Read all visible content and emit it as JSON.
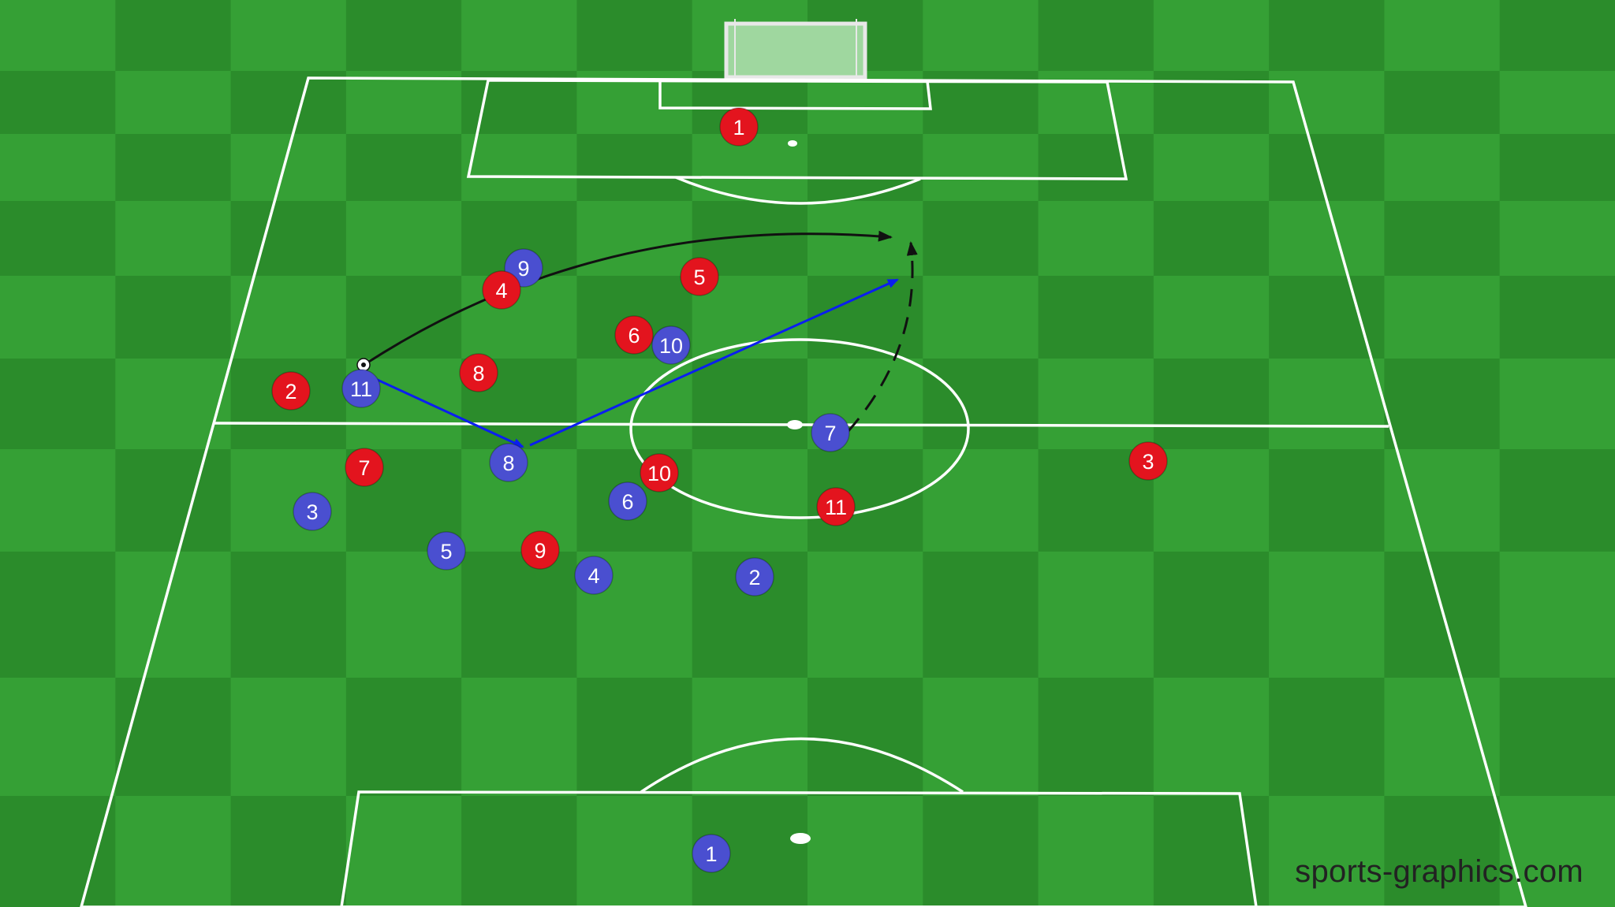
{
  "watermark": "sports-graphics.com",
  "colors": {
    "grass_light": "#35a035",
    "grass_dark": "#2b8c2b",
    "line": "#ffffff",
    "red_team": "#e3141e",
    "blue_team": "#4a4fd0",
    "pass_arrow": "#0a1ef0",
    "run_arrow": "#111111"
  },
  "red_team": [
    {
      "number": "1"
    },
    {
      "number": "2"
    },
    {
      "number": "3"
    },
    {
      "number": "4"
    },
    {
      "number": "5"
    },
    {
      "number": "6"
    },
    {
      "number": "7"
    },
    {
      "number": "8"
    },
    {
      "number": "9"
    },
    {
      "number": "10"
    },
    {
      "number": "11"
    }
  ],
  "blue_team": [
    {
      "number": "1"
    },
    {
      "number": "2"
    },
    {
      "number": "3"
    },
    {
      "number": "4"
    },
    {
      "number": "5"
    },
    {
      "number": "6"
    },
    {
      "number": "7"
    },
    {
      "number": "8"
    },
    {
      "number": "9"
    },
    {
      "number": "10"
    },
    {
      "number": "11"
    }
  ],
  "arrows": [
    {
      "name": "long-ball-arrow",
      "style": "solid",
      "color": "run"
    },
    {
      "name": "pass-arrow-11-to-8",
      "style": "solid",
      "color": "pass"
    },
    {
      "name": "pass-arrow-8-to-space",
      "style": "solid",
      "color": "pass"
    },
    {
      "name": "run-arrow-7",
      "style": "dashed",
      "color": "run"
    }
  ]
}
